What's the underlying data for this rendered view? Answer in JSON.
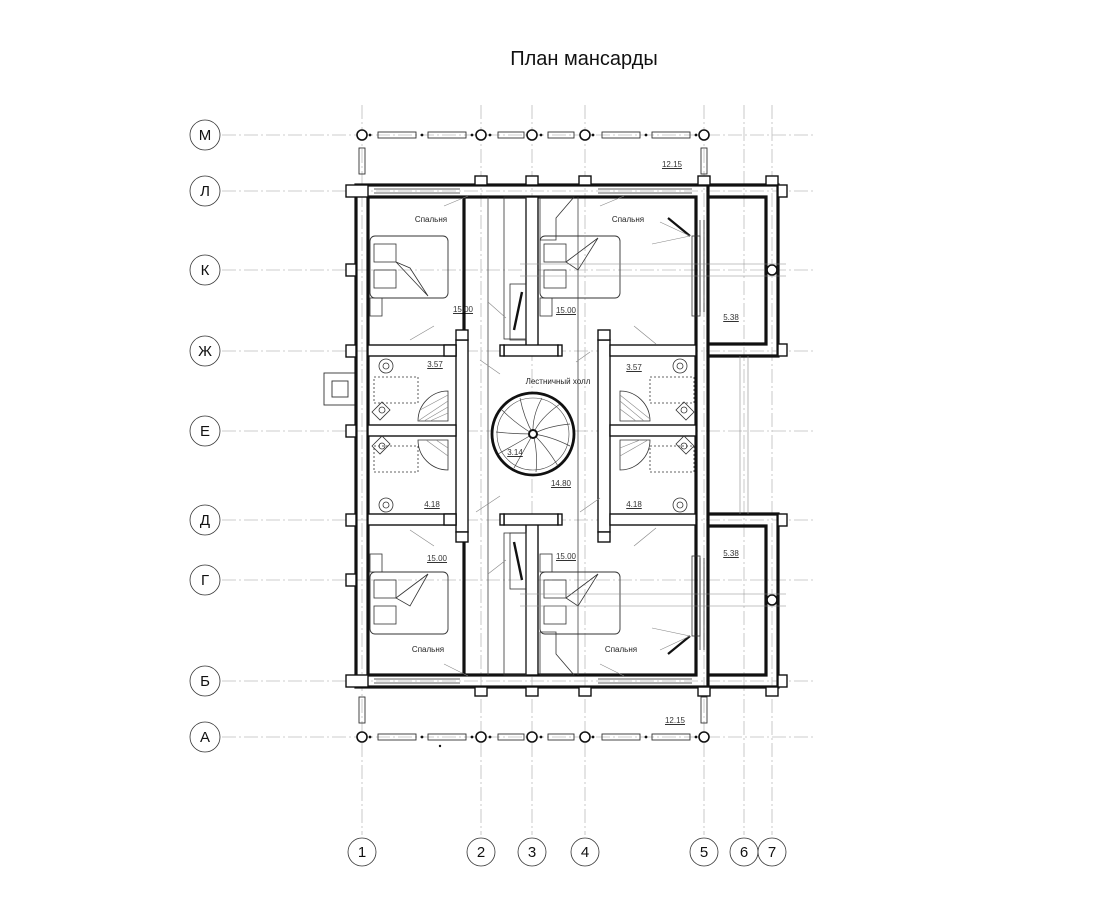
{
  "title": "План мансарды",
  "axes": {
    "rows": [
      "М",
      "Л",
      "К",
      "Ж",
      "Е",
      "Д",
      "Г",
      "Б",
      "А"
    ],
    "columns": [
      "1",
      "2",
      "3",
      "4",
      "5",
      "6",
      "7"
    ]
  },
  "rooms": {
    "bedroom_tl": "Спальня",
    "bedroom_tr": "Спальня",
    "bedroom_bl": "Спальня",
    "bedroom_br": "Спальня",
    "hall": "Лестничный холл"
  },
  "areas": {
    "terrace_top": "12.15",
    "terrace_bottom": "12.15",
    "bedroom_tl": "15.00",
    "bedroom_tr": "15.00",
    "bedroom_bl": "15.00",
    "bedroom_br": "15.00",
    "balcony_top": "5.38",
    "balcony_bottom": "5.38",
    "bath_tl": "3.57",
    "bath_tr": "3.57",
    "bath_bl": "4.18",
    "bath_br": "4.18",
    "stair": "3.14",
    "hall": "14.80"
  }
}
